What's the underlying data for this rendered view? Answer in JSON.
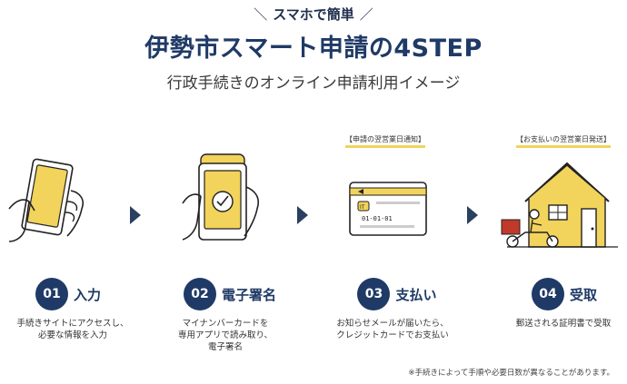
{
  "header": {
    "tag": "スマホで簡単",
    "title": "伊勢市スマート申請の4STEP",
    "subtitle": "行政手続きのオンライン申請利用イメージ"
  },
  "steps": [
    {
      "number": "01",
      "name": "入力",
      "note": "",
      "description": "手続きサイトにアクセスし、\n必要な情報を入力"
    },
    {
      "number": "02",
      "name": "電子署名",
      "note": "",
      "description": "マイナンバーカードを\n専用アプリで読み取り、\n電子署名"
    },
    {
      "number": "03",
      "name": "支払い",
      "note": "【申請の翌営業日通知】",
      "description": "お知らせメールが届いたら、\nクレジットカードでお支払い"
    },
    {
      "number": "04",
      "name": "受取",
      "note": "【お支払いの翌営業日発送】",
      "description": "郵送される証明書で受取"
    }
  ],
  "card_text": "01-01-01",
  "footnote": "※手続きによって手順や必要日数が異なることがあります。",
  "colors": {
    "navy": "#1f3a66",
    "accent_yellow": "#f2d35b",
    "arrow": "#2b3f60",
    "delivery_red": "#c0392b"
  }
}
